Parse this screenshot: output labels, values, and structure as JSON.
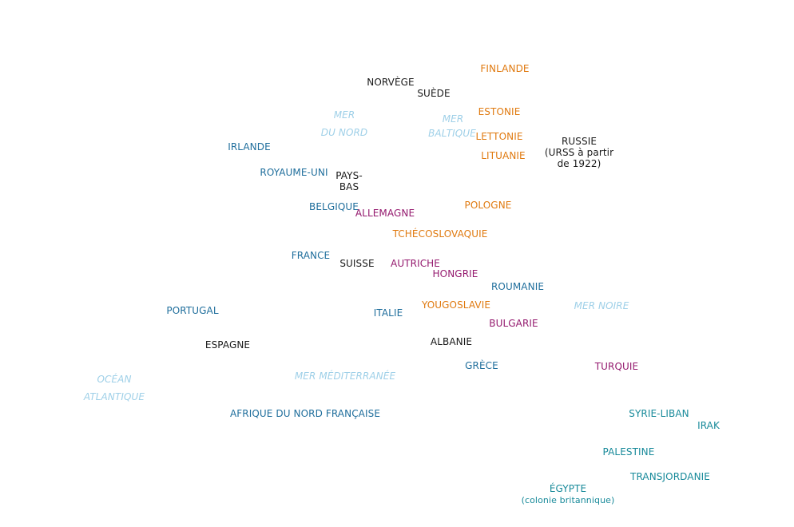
{
  "colors": {
    "neutral": "#1a1a1a",
    "allies": "#1f6e9c",
    "central_powers": "#94196e",
    "new_states": "#e07a10",
    "mandates": "#188a9a",
    "seas": "#9fd0e8"
  },
  "countries": {
    "finlande": "FINLANDE",
    "norvege": "NORVÈGE",
    "suede": "SUÈDE",
    "estonie": "ESTONIE",
    "lettonie": "LETTONIE",
    "lituanie": "LITUANIE",
    "russie": "RUSSIE",
    "russie_note_1": "(URSS à partir",
    "russie_note_2": "de 1922)",
    "irlande": "IRLANDE",
    "royaume_uni": "ROYAUME-UNI",
    "pays_bas_1": "PAYS-",
    "pays_bas_2": "BAS",
    "belgique": "BELGIQUE",
    "allemagne": "ALLEMAGNE",
    "pologne": "POLOGNE",
    "tchecoslovaquie": "TCHÉCOSLOVAQUIE",
    "france": "FRANCE",
    "suisse": "SUISSE",
    "autriche": "AUTRICHE",
    "hongrie": "HONGRIE",
    "roumanie": "ROUMANIE",
    "portugal": "PORTUGAL",
    "italie": "ITALIE",
    "yougoslavie": "YOUGOSLAVIE",
    "bulgarie": "BULGARIE",
    "espagne": "ESPAGNE",
    "albanie": "ALBANIE",
    "grece": "GRÈCE",
    "turquie": "TURQUIE",
    "afrique_nord": "AFRIQUE DU NORD FRANÇAISE",
    "syrie_liban": "SYRIE-LIBAN",
    "irak": "IRAK",
    "palestine": "PALESTINE",
    "transjordanie": "TRANSJORDANIE",
    "egypte": "ÉGYPTE",
    "egypte_note": "(colonie britannique)"
  },
  "seas": {
    "mer_du_nord_1": "MER",
    "mer_du_nord_2": "DU NORD",
    "mer_baltique_1": "MER",
    "mer_baltique_2": "BALTIQUE",
    "mer_noire": "MER NOIRE",
    "mer_mediterranee": "MER MÉDITERRANÉE",
    "ocean_atlantique_1": "OCÉAN",
    "ocean_atlantique_2": "ATLANTIQUE"
  }
}
